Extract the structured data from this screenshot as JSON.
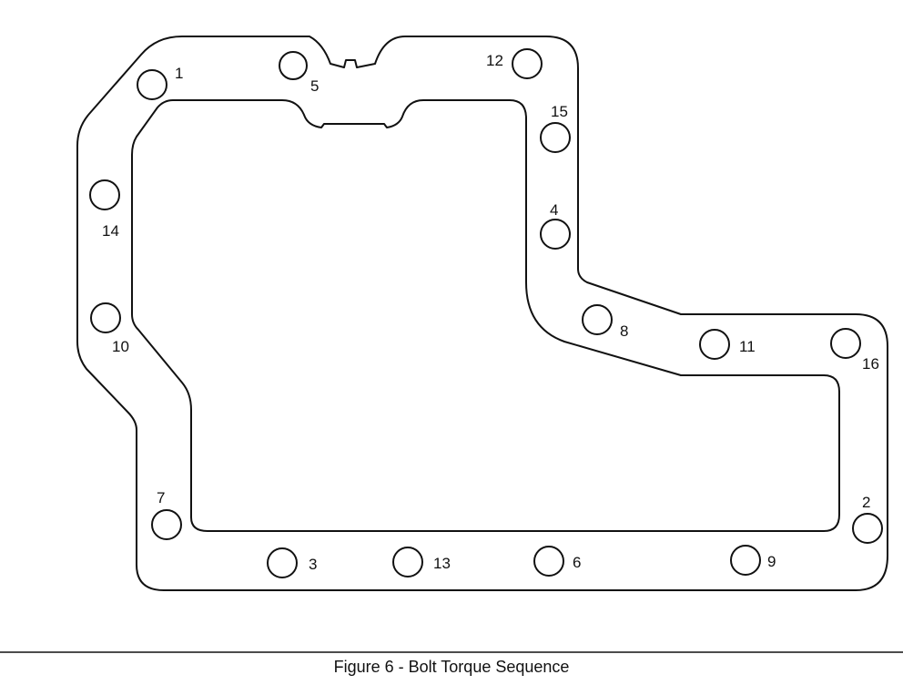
{
  "caption": "Figure 6 - Bolt Torque Sequence",
  "bolts": [
    {
      "label": "1"
    },
    {
      "label": "2"
    },
    {
      "label": "3"
    },
    {
      "label": "4"
    },
    {
      "label": "5"
    },
    {
      "label": "6"
    },
    {
      "label": "7"
    },
    {
      "label": "8"
    },
    {
      "label": "9"
    },
    {
      "label": "10"
    },
    {
      "label": "11"
    },
    {
      "label": "12"
    },
    {
      "label": "13"
    },
    {
      "label": "14"
    },
    {
      "label": "15"
    },
    {
      "label": "16"
    }
  ]
}
